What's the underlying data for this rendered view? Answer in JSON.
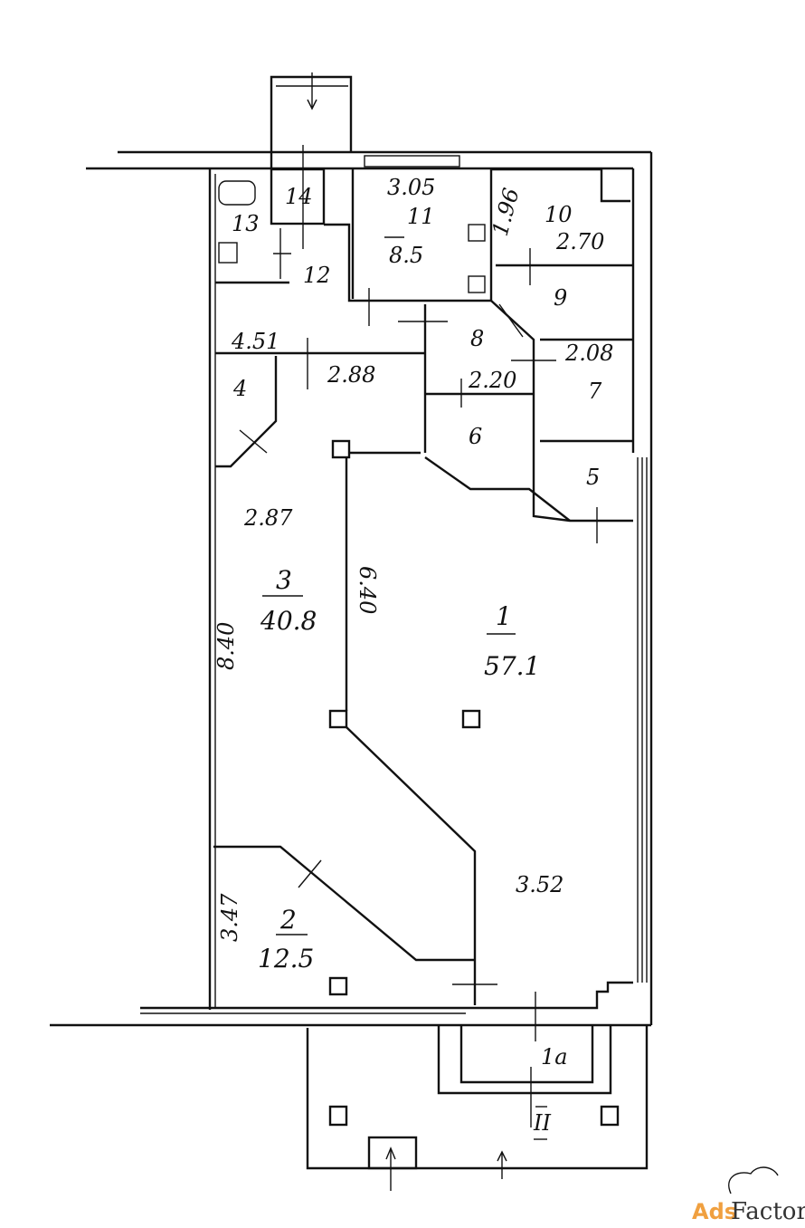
{
  "rooms": {
    "r11": {
      "number": "11",
      "width": "3.05",
      "area": "8.5"
    },
    "r10": {
      "number": "10",
      "dim1": "1.96",
      "dim2": "2.70"
    },
    "r13": {
      "number": "13"
    },
    "r14": {
      "number": "14"
    },
    "r12": {
      "number": "12"
    },
    "r9": {
      "number": "9"
    },
    "r8": {
      "number": "8",
      "dim": "2.20"
    },
    "corridor": {
      "dim1": "4.51",
      "dim2": "2.88"
    },
    "r7": {
      "number": "7",
      "dim": "2.08"
    },
    "r4": {
      "number": "4"
    },
    "r6": {
      "number": "6"
    },
    "r5": {
      "number": "5"
    },
    "r3": {
      "number": "3",
      "area": "40.8",
      "dim1": "2.87",
      "dim2": "8.40"
    },
    "r1": {
      "number": "1",
      "area": "57.1",
      "dim1": "6.40",
      "dim2": "3.52"
    },
    "r2": {
      "number": "2",
      "area": "12.5",
      "dim": "3.47"
    },
    "r1a": {
      "number": "1a"
    },
    "section": {
      "label": "II"
    }
  },
  "watermark": {
    "brand_part1": "Ads",
    "brand_part2": "Factory"
  }
}
